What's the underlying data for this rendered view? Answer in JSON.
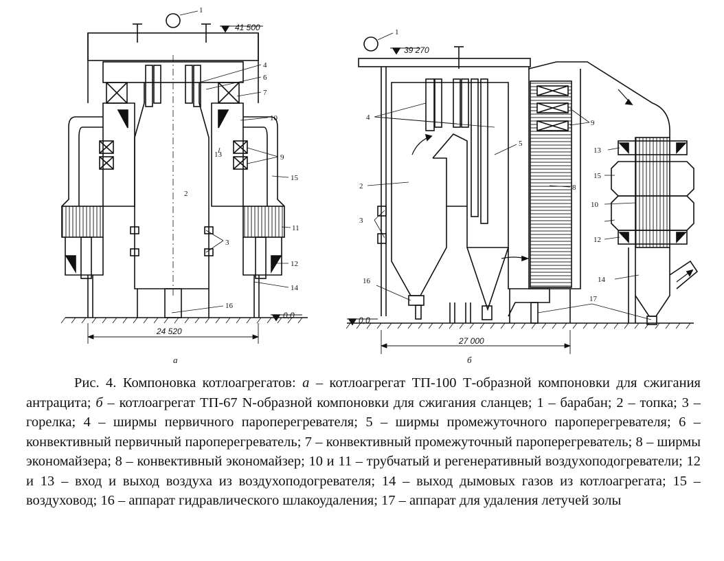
{
  "figure": {
    "panel_a": {
      "letter": "а",
      "elevation_top": "41 500",
      "elevation_ground": "0,0",
      "width_dimension": "24 520",
      "callouts": [
        "1",
        "2",
        "3",
        "4",
        "6",
        "7",
        "9",
        "10",
        "11",
        "12",
        "13",
        "14",
        "15",
        "16"
      ]
    },
    "panel_b": {
      "letter": "б",
      "elevation_top": "39 270",
      "elevation_ground": "0,0",
      "width_dimension": "27 000",
      "callouts": [
        "1",
        "2",
        "3",
        "4",
        "5",
        "8",
        "9",
        "10",
        "12",
        "13",
        "14",
        "15",
        "16",
        "17"
      ]
    }
  },
  "caption": {
    "fig_label": "Рис. 4. Компоновка котлоагрегатов: ",
    "a_letter": "а",
    "part1": " – котлоагрегат ТП-100 Т-образной компоновки для сжигания антрацита; ",
    "b_letter": "б",
    "part2": " – котлоагрегат ТП-67 N-образной компоновки для сжигания сланцев; 1 – барабан; 2 – топка; 3 – горелка; 4 – ширмы первичного пароперегревателя; 5 – ширмы промежуточного пароперегревателя; 6 – конвективный первичный пароперегреватель; 7 – конвективный промежуточный пароперегреватель; 8 – ширмы экономайзера; 8 – конвективный экономайзер; 10 и 11 – трубчатый и регенеративный воздухоподогреватели; 12 и 13 – вход и выход воздуха из воздухоподогревателя; 14 – выход дымовых газов из котлоагрегата; 15 – воздуховод; 16 – аппарат гидравлического шлакоудаления; 17 – аппарат для удаления летучей золы"
  }
}
